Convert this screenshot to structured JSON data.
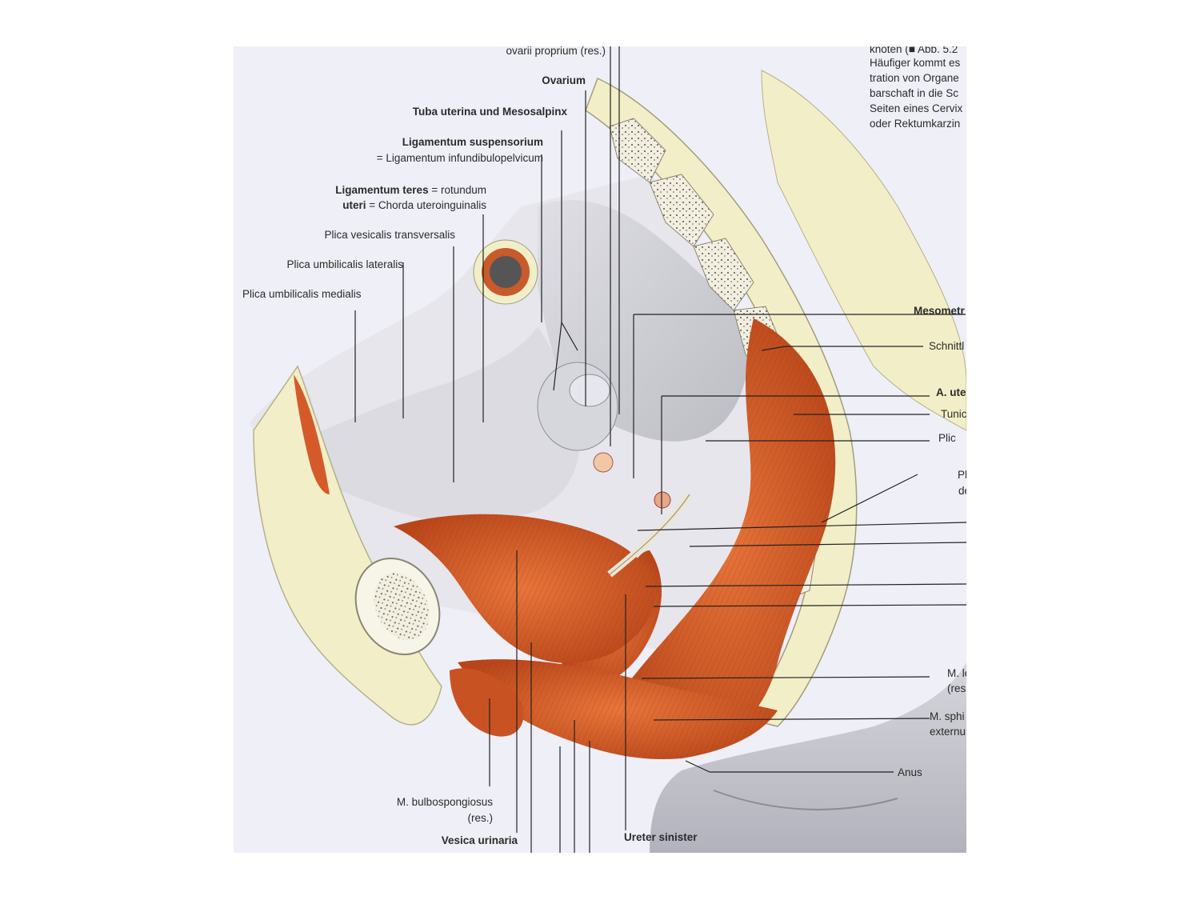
{
  "figure": {
    "labels_left": {
      "ovarii_proprium": "ovarii proprium (res.)",
      "ovarium": "Ovarium",
      "tuba": "Tuba uterina und Mesosalpinx",
      "lig_susp_1": "Ligamentum suspensorium",
      "lig_susp_2": "= Ligamentum infundibulopelvicum",
      "lig_teres_bold_1": "Ligamentum teres",
      "lig_teres_rest_1": " = rotundum",
      "lig_teres_bold_2": "uteri",
      "lig_teres_rest_2": " = Chorda uteroinguinalis",
      "plica_vesicalis": "Plica vesicalis transversalis",
      "plica_lat": "Plica umbilicalis lateralis",
      "plica_med": "Plica umbilicalis medialis"
    },
    "labels_right": {
      "mesometr": "Mesometr",
      "schnitt": "Schnittl",
      "a_ute": "A. ute",
      "tunic": "Tunic",
      "plic": "Plic",
      "pl_1": "Pl",
      "pl_2": "de",
      "m_le_1": "M. le",
      "m_le_2": "(res",
      "m_sph_1": "M. sphi",
      "m_sph_2": "externu",
      "anus": "Anus"
    },
    "labels_bottom": {
      "bulbo_1": "M. bulbospongiosus",
      "bulbo_2": "(res.)",
      "vesica": "Vesica urinaria",
      "ureter": "Ureter sinister"
    },
    "side_text": [
      "knoten (■ Abb. 5.2",
      "Häufiger kommt es",
      "tration von Organe",
      "barschaft in die Sc",
      "Seiten eines Cervix",
      "oder Rektumkarzin"
    ]
  }
}
